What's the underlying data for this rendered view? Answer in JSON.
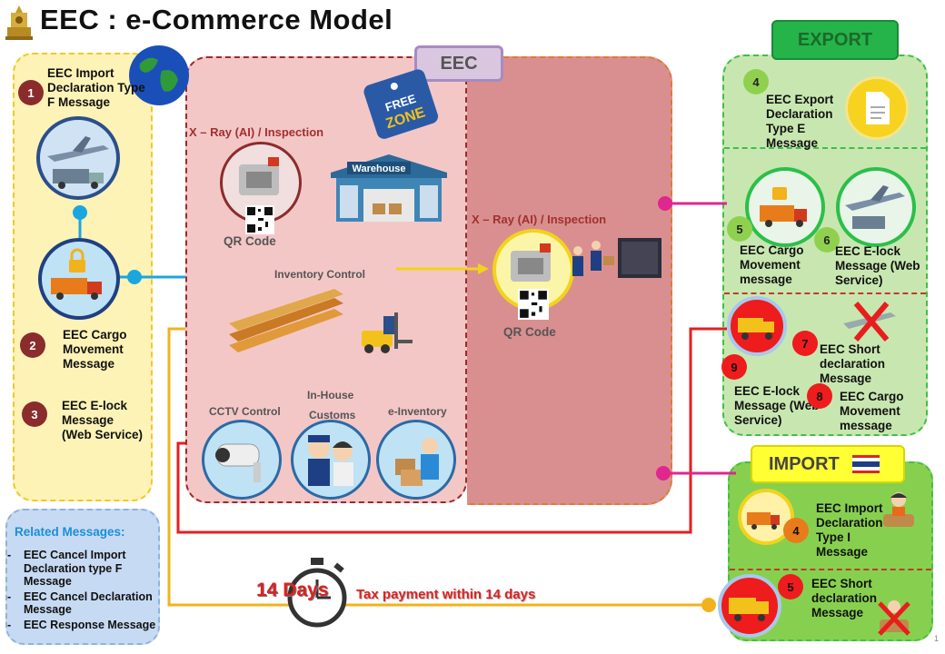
{
  "title": "EEC : e-Commerce Model",
  "eec_tab": "EEC",
  "free_zone": {
    "line1": "FREE",
    "line2": "ZONE"
  },
  "left": {
    "step1": {
      "num": "1",
      "label": "EEC Import Declaration Type F Message"
    },
    "step2": {
      "num": "2",
      "label": "EEC Cargo Movement Message"
    },
    "step3": {
      "num": "3",
      "label": "EEC E-lock Message (Web Service)"
    }
  },
  "eec_zone": {
    "xray_label": "X – Ray (AI) / Inspection",
    "qr_label": "QR Code",
    "warehouse_label": "Warehouse",
    "inventory_label": "Inventory Control",
    "cctv_label": "CCTV Control",
    "inhouse_label_1": "In-House",
    "inhouse_label_2": "Customs",
    "einventory_label": "e-Inventory"
  },
  "outer_zone": {
    "xray_label": "X – Ray (AI) / Inspection",
    "qr_label": "QR Code"
  },
  "export": {
    "badge": "EXPORT",
    "step4": {
      "num": "4",
      "label": "EEC Export Declaration Type E Message"
    },
    "step5": {
      "num": "5",
      "label": "EEC Cargo Movement message"
    },
    "step6": {
      "num": "6",
      "label": "EEC E-lock Message (Web Service)"
    },
    "step7": {
      "num": "7",
      "label": "EEC Short declaration Message"
    },
    "step8": {
      "num": "8",
      "label": "EEC Cargo Movement message"
    },
    "step9": {
      "num": "9",
      "label": "EEC E-lock Message (Web Service)"
    }
  },
  "import": {
    "badge": "IMPORT",
    "step4": {
      "num": "4",
      "label": "EEC Import Declaration Type I Message"
    },
    "step5": {
      "num": "5",
      "label": "EEC Short declaration Message"
    }
  },
  "related": {
    "title": "Related Messages:",
    "items": [
      "EEC Cancel Import Declaration type F Message",
      "EEC Cancel Declaration Message",
      "EEC Response Message"
    ]
  },
  "days_label": "14 Days",
  "tax_label": "Tax payment within  14 days",
  "page_number": "1",
  "colors": {
    "red_line": "#e81d1d",
    "yellow_line": "#f2b21b",
    "blue_line": "#1ba6e0",
    "magenta_line": "#e0268f"
  }
}
